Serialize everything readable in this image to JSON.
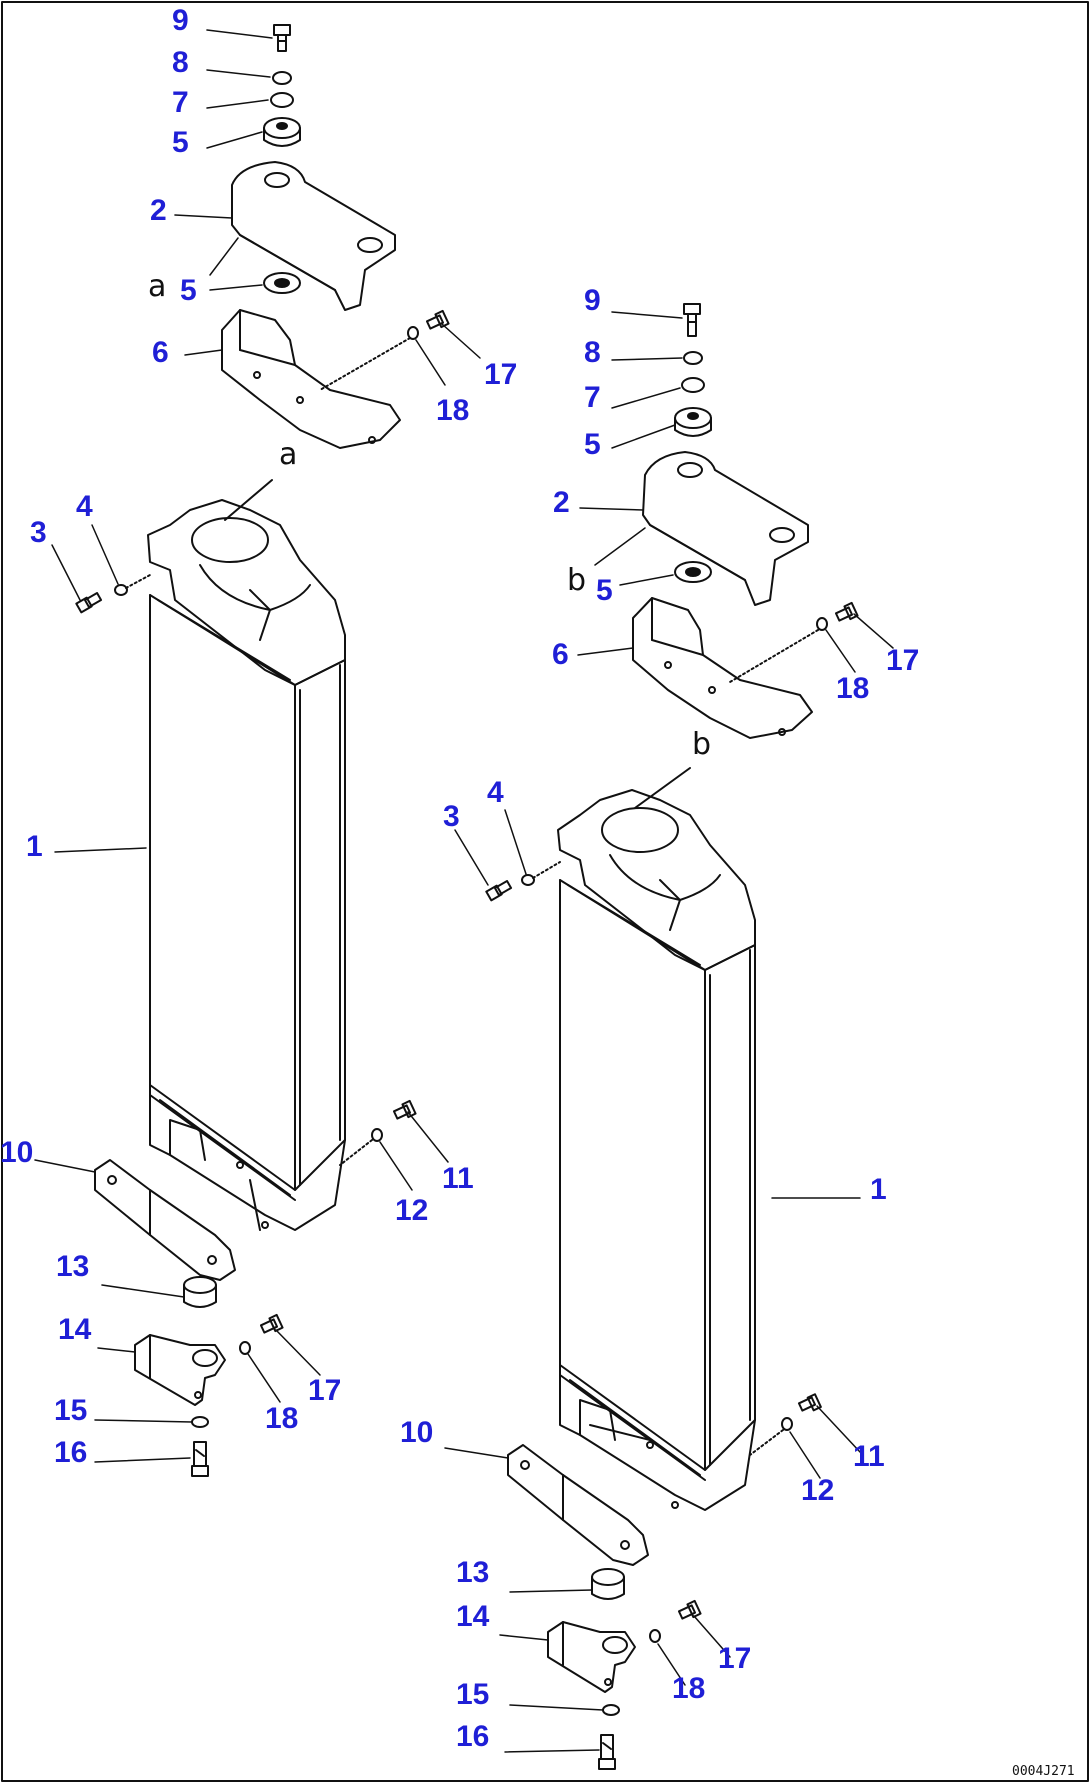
{
  "colors": {
    "callout": "#1f1fd6",
    "line": "#111111",
    "background": "#ffffff"
  },
  "reference_marks": {
    "a": "a",
    "b": "b"
  },
  "drawing_id": "0004J271",
  "left_assembly": {
    "bolt_9": "9",
    "washer_8": "8",
    "washer_7": "7",
    "cushion_5_top": "5",
    "bracket_2": "2",
    "cushion_5_lower": "5",
    "bracket_6": "6",
    "bolt_17": "17",
    "washer_18": "18",
    "bolt_3": "3",
    "washer_4": "4",
    "radiator_1": "1",
    "bracket_10": "10",
    "bolt_11": "11",
    "washer_12": "12",
    "cushion_13": "13",
    "bracket_14": "14",
    "bolt_17_lower": "17",
    "washer_18_lower": "18",
    "washer_15": "15",
    "bolt_16": "16"
  },
  "right_assembly": {
    "bolt_9": "9",
    "washer_8": "8",
    "washer_7": "7",
    "cushion_5_top": "5",
    "bracket_2": "2",
    "cushion_5_lower": "5",
    "bracket_6": "6",
    "bolt_17": "17",
    "washer_18": "18",
    "bolt_3": "3",
    "washer_4": "4",
    "radiator_1": "1",
    "bracket_10": "10",
    "bolt_11": "11",
    "washer_12": "12",
    "cushion_13": "13",
    "bracket_14": "14",
    "bolt_17_lower": "17",
    "washer_18_lower": "18",
    "washer_15": "15",
    "bolt_16": "16"
  }
}
